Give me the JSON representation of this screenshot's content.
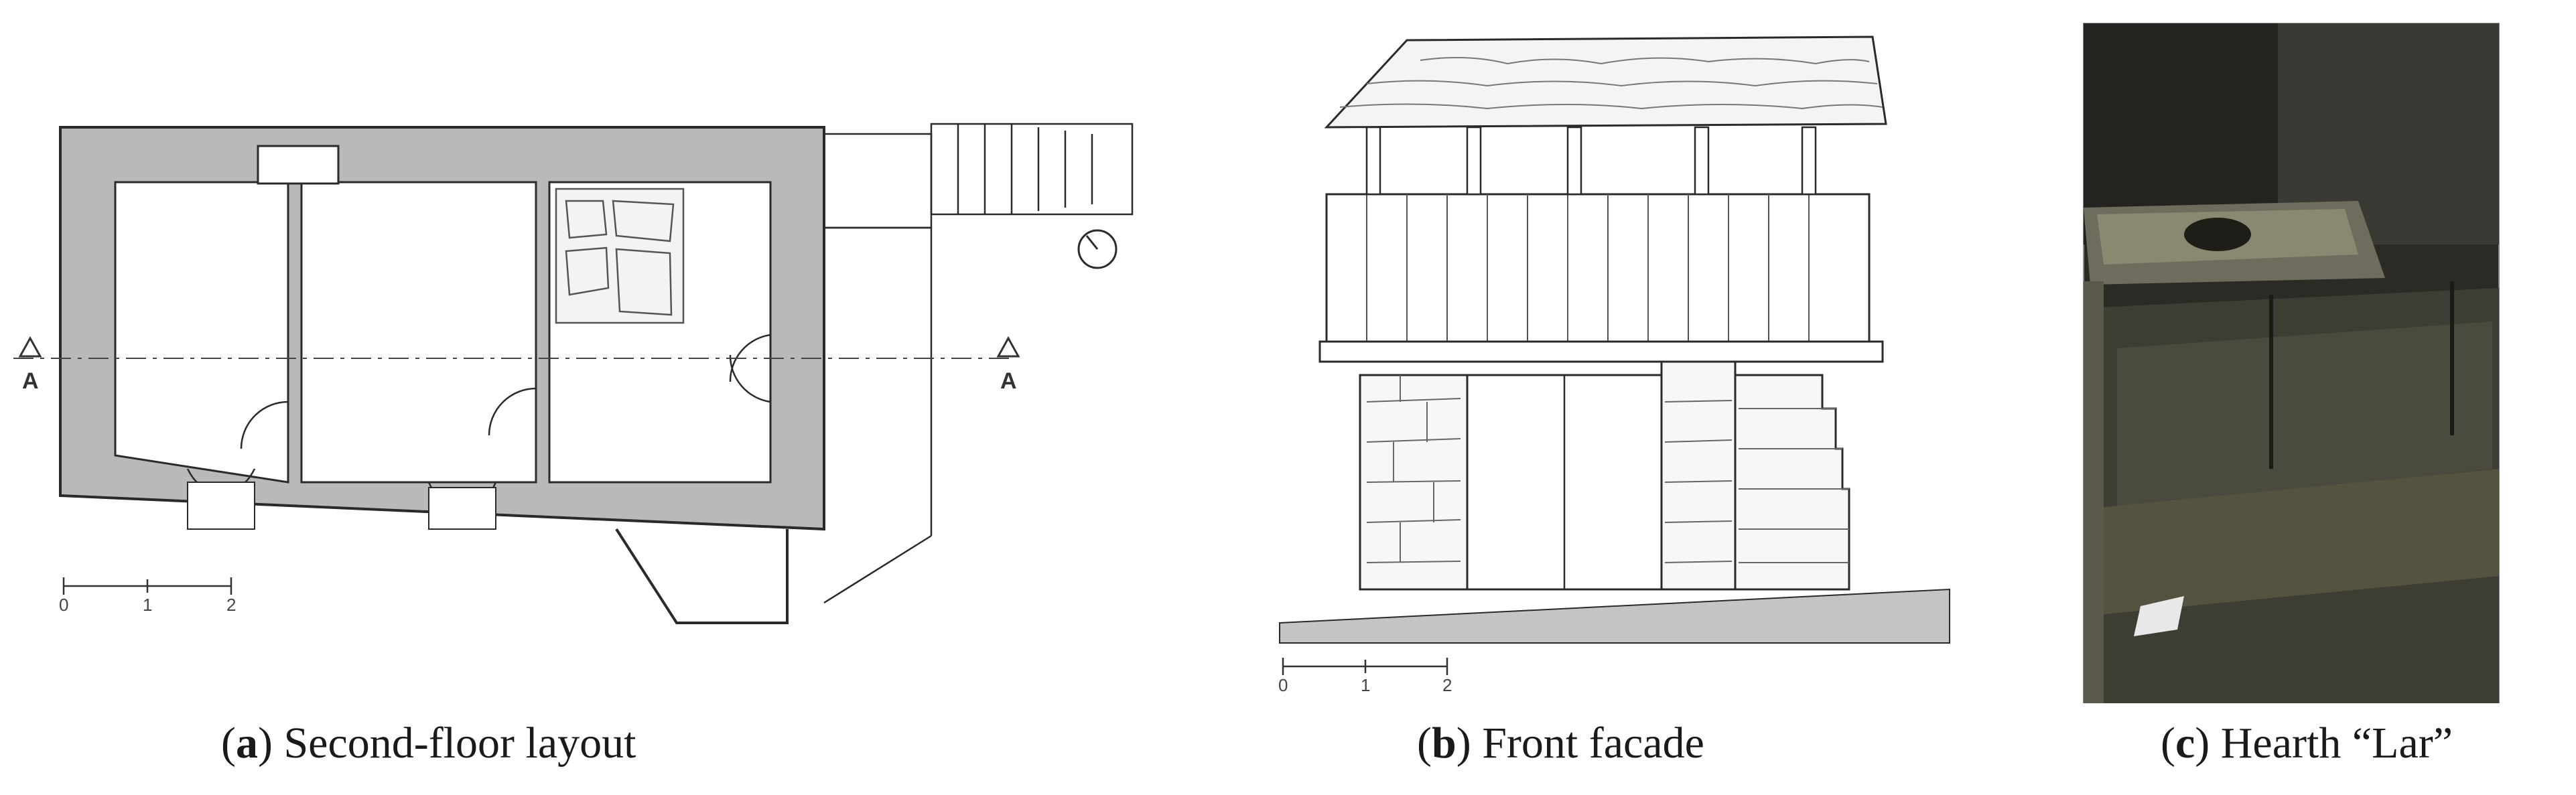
{
  "panels": [
    {
      "id": "a",
      "letter": "a",
      "caption": "Second-floor layout",
      "scale_labels": [
        "0",
        "1",
        "2"
      ],
      "section_marker": "A"
    },
    {
      "id": "b",
      "letter": "b",
      "caption": "Front facade",
      "scale_labels": [
        "0",
        "1",
        "2"
      ]
    },
    {
      "id": "c",
      "letter": "c",
      "caption": "Hearth “Lar”"
    }
  ],
  "colors": {
    "wall_fill": "#b9b9b9",
    "line": "#2a2a2a",
    "ground": "#c4c4c4",
    "photo_dark": "#2b2a24"
  }
}
